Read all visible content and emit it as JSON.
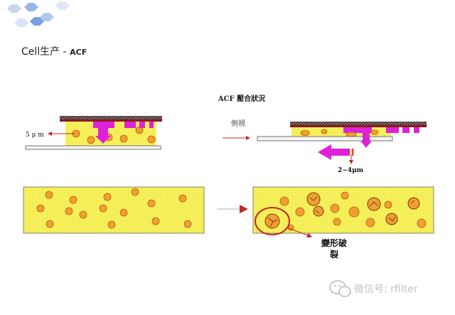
{
  "slide": {
    "title_main": "Cell生产",
    "title_dash": " - ",
    "title_acf": "ACF"
  },
  "diagram": {
    "heading": "ACF 壓合狀況",
    "side_view": "側視",
    "dim_left": "5 μ m",
    "dim_right": "2~4μm",
    "deform_line1": "變形破",
    "deform_line2": "裂"
  },
  "watermark": {
    "text": "微信号: rfilter"
  },
  "colors": {
    "yellow_fill": "#f5f05a",
    "particle": "#f0a030",
    "particle_edge": "#b85a10",
    "magenta": "#e020d8",
    "dark_red": "#8a1a1a",
    "arrow_red": "#c0282a",
    "hex_blue": "#9ab6e6"
  }
}
